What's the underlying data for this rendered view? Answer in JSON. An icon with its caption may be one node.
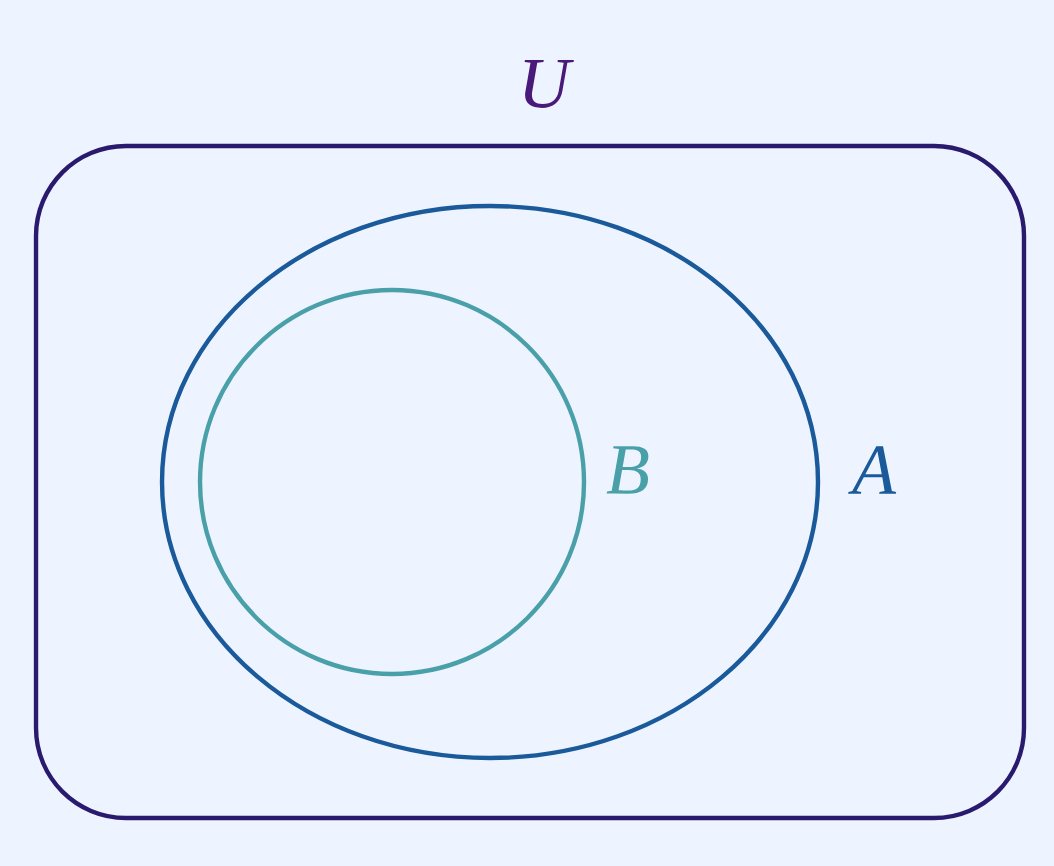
{
  "diagram": {
    "nodes": [
      {
        "text": [
          "U"
        ]
      },
      {
        "text": [
          "A"
        ],
        "in": 0
      },
      {
        "text": [
          "B"
        ],
        "in": 1
      }
    ]
  }
}
